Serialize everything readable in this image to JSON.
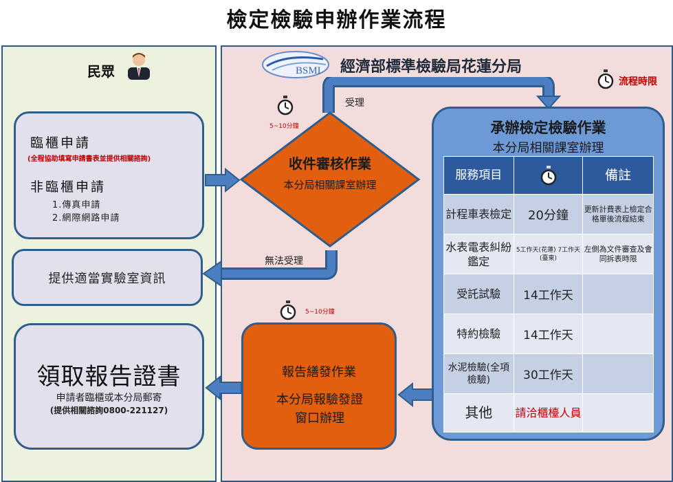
{
  "title": "檢定檢驗申辦作業流程",
  "left": {
    "header": "民眾",
    "box1": {
      "counter_title": "臨櫃申請",
      "counter_note": "(全程協助填寫申請書表並提供相關諮詢)",
      "noncounter_title": "非臨櫃申請",
      "noncounter_items": [
        "1.傳真申請",
        "2.網際網路申請"
      ]
    },
    "box2": "提供適當實驗室資訊",
    "box3": {
      "title": "領取報告證書",
      "line1": "申請者臨櫃或本分局郵寄",
      "line2": "(提供相關諮詢0800-221127)"
    }
  },
  "right": {
    "header": "經濟部標準檢驗局花蓮分局",
    "logo": "BSMI",
    "time_legend": "流程時限",
    "accept": "受理",
    "reject": "無法受理",
    "receive": {
      "title": "收件審核作業",
      "sub": "本分局相關課室辦理",
      "time": "5~10分鐘"
    },
    "report": {
      "title": "報告繕發作業",
      "sub": "本分局報驗發證窗口辦理",
      "time": "5~10分鐘"
    },
    "process": {
      "title": "承辦檢定檢驗作業",
      "sub": "本分局相關課室辦理",
      "headers": [
        "服務項目",
        "",
        "備註"
      ],
      "rows": [
        {
          "item": "計程車表檢定",
          "time": "20分鐘",
          "note": "更新計費表上檢定合格單後流程結束"
        },
        {
          "item": "水表電表糾紛鑑定",
          "time": "5工作天(花蓮) 7工作天(臺東)",
          "note": "左側為文件審查及會同拆表時限"
        },
        {
          "item": "受託試驗",
          "time": "14工作天",
          "note": ""
        },
        {
          "item": "特約檢驗",
          "time": "14工作天",
          "note": ""
        },
        {
          "item": "水泥檢驗(全項檢驗)",
          "time": "30工作天",
          "note": ""
        },
        {
          "item": "其他",
          "time": "請洽櫃檯人員",
          "note": ""
        }
      ]
    }
  },
  "colors": {
    "panel_left": "#edf2df",
    "panel_right": "#f3dcdc",
    "orange": "#e25f10",
    "blue": "#2f5d8c",
    "table_header": "#2d5a9c"
  },
  "icons": [
    "person-icon",
    "bsmi-logo",
    "stopwatch-icon",
    "arrow-icon"
  ]
}
